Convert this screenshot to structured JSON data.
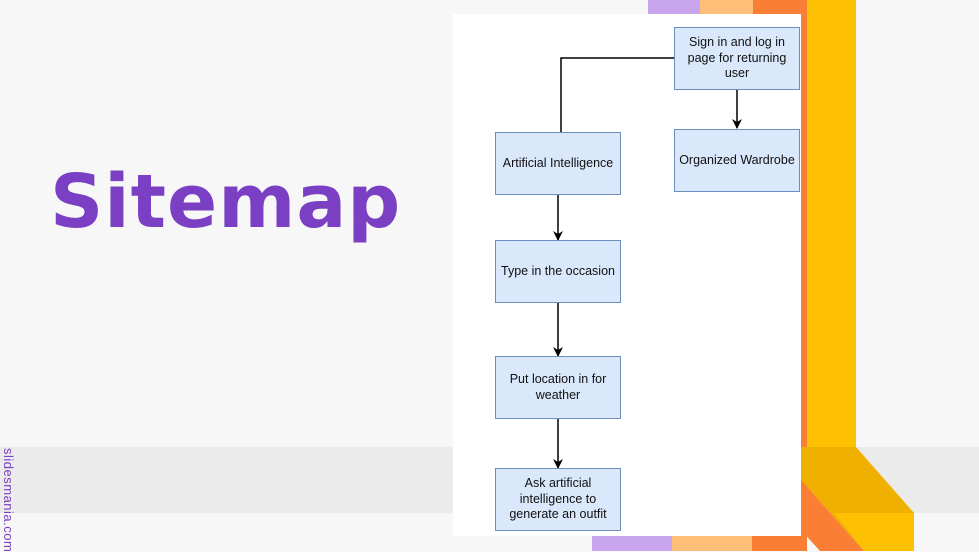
{
  "slide": {
    "title": "Sitemap",
    "brand": "slidesmania.com"
  },
  "diagram": {
    "nodes": {
      "signin": "Sign in and log in page for returning user",
      "wardrobe": "Organized Wardrobe",
      "ai": "Artificial Intelligence",
      "occasion": "Type in the occasion",
      "location": "Put location in for weather",
      "ask": "Ask artificial intelligence to generate an outfit"
    },
    "edges": [
      {
        "from": "signin",
        "to": "ai",
        "arrow": false
      },
      {
        "from": "signin",
        "to": "wardrobe",
        "arrow": true
      },
      {
        "from": "ai",
        "to": "occasion",
        "arrow": true
      },
      {
        "from": "occasion",
        "to": "location",
        "arrow": true
      },
      {
        "from": "location",
        "to": "ask",
        "arrow": true
      }
    ]
  },
  "colors": {
    "title": "#7b3fc4",
    "node_fill": "#dae8fc",
    "node_border": "#6c8ebf",
    "stripe_purple": "#c9a5ee",
    "stripe_peach": "#fdbf78",
    "stripe_orange": "#fa7f35",
    "stripe_yellow": "#fdc002"
  }
}
